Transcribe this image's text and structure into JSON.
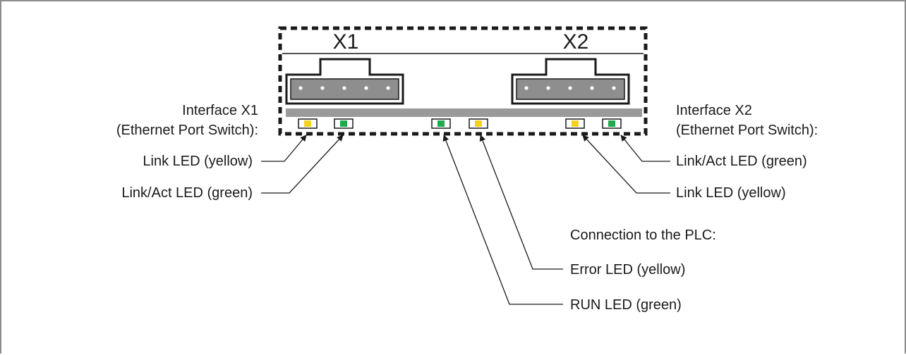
{
  "connectors": {
    "x1_label": "X1",
    "x2_label": "X2"
  },
  "interface_x1": {
    "title": "Interface X1",
    "subtitle": "(Ethernet Port Switch):",
    "link_led": "Link LED (yellow)",
    "link_act_led": "Link/Act LED (green)"
  },
  "interface_x2": {
    "title": "Interface X2",
    "subtitle": "(Ethernet Port Switch):",
    "link_act_led": "Link/Act LED (green)",
    "link_led": "Link LED (yellow)"
  },
  "plc": {
    "title": "Connection to the PLC:",
    "error_led": "Error LED (yellow)",
    "run_led": "RUN LED (green)"
  },
  "colors": {
    "yellow_led": "#f5d21a",
    "green_led": "#1faa4e",
    "connector_gray": "#8e8e8e",
    "board_gray": "#9a9a9a"
  }
}
